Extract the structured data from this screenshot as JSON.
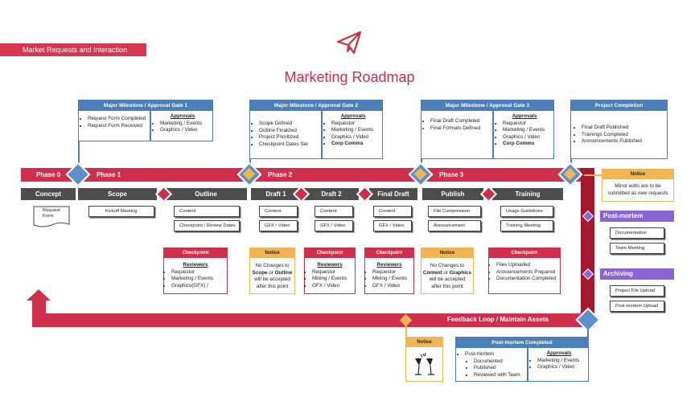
{
  "header": {
    "banner": "Market Requests and Interaction",
    "title": "Marketing Roadmap",
    "logo_icon": "paper-plane-icon"
  },
  "colors": {
    "red": "#cf2f4a",
    "blue": "#4a7fba",
    "gold": "#f2b556",
    "purple": "#8b65d8",
    "dark": "#4d4d4d"
  },
  "phases": [
    "Phase 0",
    "Phase 1",
    "Phase 2",
    "Phase 3"
  ],
  "milestones": [
    {
      "title": "Major Milestone / Approval Gate 1",
      "items": [
        "Request Form Completed",
        "Request Form Received"
      ],
      "approvals_title": "Approvals",
      "approvals": [
        "Marketing / Events",
        "Graphics / Video"
      ]
    },
    {
      "title": "Major Milestone / Approval Gate 2",
      "items": [
        "Scope Defined",
        "Outline Finalized",
        "Project Prioritized",
        "Checkpoint Dates Set"
      ],
      "approvals_title": "Approvals",
      "approvals": [
        "Requestor",
        "Marketing / Events",
        "Graphics / Video",
        "Corp Comms"
      ]
    },
    {
      "title": "Major Milestone / Approval Gate 3",
      "items": [
        "Final Draft Completed",
        "Final Formats Defined"
      ],
      "approvals_title": "Approvals",
      "approvals": [
        "Requestor",
        "Marketing / Events",
        "Graphics / Video",
        "Corp Comms"
      ]
    }
  ],
  "completion": {
    "title": "Project Completion",
    "items": [
      "Final Draft Published",
      "Trainings Completed",
      "Announcements Published"
    ]
  },
  "stages": [
    "Concept",
    "Scope",
    "Outline",
    "Draft 1",
    "Draft 2",
    "Final Draft",
    "Publish",
    "Training"
  ],
  "tasks": {
    "concept": [
      "Request",
      "Form"
    ],
    "scope": [
      "Kickoff Meeting"
    ],
    "outline": [
      "Content",
      "Checkpoint / Review Dates"
    ],
    "draft1": [
      "Content",
      "GFX / Video"
    ],
    "draft2": [
      "Content",
      "GFX / Video"
    ],
    "final": [
      "Content",
      "GFX / Video"
    ],
    "publish": [
      "File Compression",
      "Announcement"
    ],
    "training": [
      "Usage Guidelines",
      "Training Meeting"
    ]
  },
  "checkpoints": [
    {
      "title": "Checkpoint",
      "sub": "Reviewers",
      "items": [
        "Requestor",
        "Marketing / Events",
        "Graphics(GFX) /"
      ]
    },
    {
      "title": "Checkpoint",
      "sub": "Reviewers",
      "items": [
        "Requestor",
        "Mkting / Events",
        "GFX / Video"
      ]
    },
    {
      "title": "Checkpoint",
      "sub": "Reviewers",
      "items": [
        "Requestor",
        "Mkting / Events",
        "GFX / Video"
      ]
    },
    {
      "title": "Checkpoint",
      "items": [
        "Files Uploaded",
        "Announcements Prepared",
        "Documentation Completed"
      ]
    }
  ],
  "notices": {
    "phase2": {
      "title": "Notice",
      "l1": "No Changes to",
      "b1": "Scope",
      "or": " or ",
      "b2": "Outline",
      "l3": "will be accepted",
      "l4": "after this point"
    },
    "phase3": {
      "title": "Notice",
      "l1": "No Changes to",
      "b1": "Content",
      "or": " or ",
      "b2": "Graphics",
      "l3": "will be accepted",
      "l4": "after this point"
    },
    "right": {
      "title": "Notice",
      "l1": "Minor edits are to be",
      "l2": "submitted as new requests"
    },
    "bottom": {
      "title": "Notice",
      "icon": "champagne-toast-icon"
    }
  },
  "postmortem": {
    "label": "Post-mortem",
    "items": [
      "Documentation",
      "Team Meeting"
    ]
  },
  "archiving": {
    "label": "Archiving",
    "items": [
      "Project File Upload",
      "Post-mortem Upload"
    ]
  },
  "feedback": "Feedback Loop / Maintain Assets",
  "pm_completed": {
    "title": "Post-mortem Completed",
    "head": "Post-mortem",
    "items": [
      "Documented",
      "Published",
      "Reviewed with Team"
    ],
    "approvals_title": "Approvals",
    "approvals": [
      "Marketing / Events",
      "Graphics / Video"
    ]
  }
}
